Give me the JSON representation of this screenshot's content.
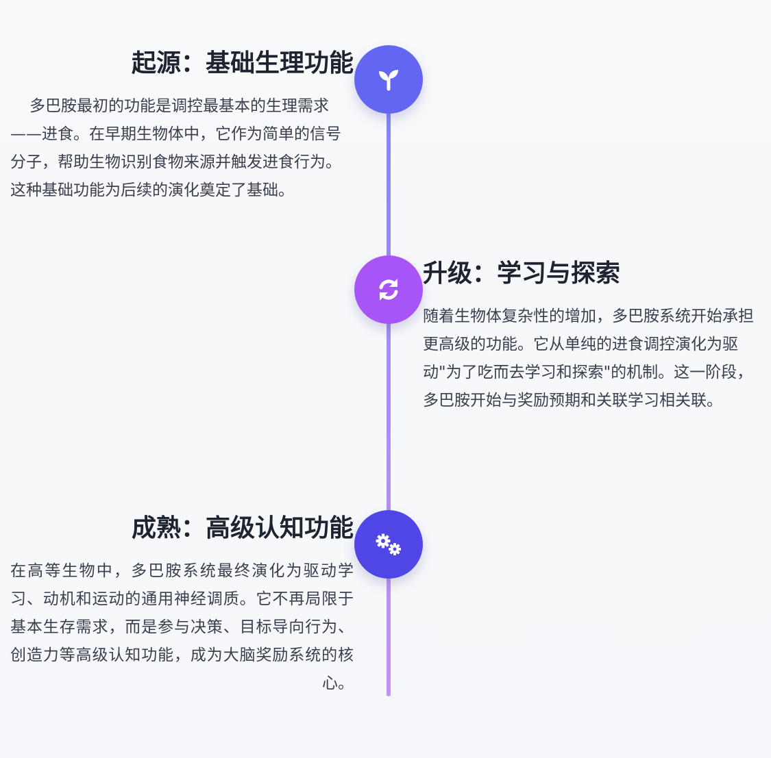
{
  "timeline": {
    "stages": [
      {
        "icon": "seedling-icon",
        "color": "#6366f1",
        "title": "起源：基础生理功能",
        "description": "多巴胺最初的功能是调控最基本的生理需求——进食。在早期生物体中，它作为简单的信号分子，帮助生物识别食物来源并触发进食行为。这种基础功能为后续的演化奠定了基础。"
      },
      {
        "icon": "sync-icon",
        "color": "#a855f7",
        "title": "升级：学习与探索",
        "description": "随着生物体复杂性的增加，多巴胺系统开始承担更高级的功能。它从单纯的进食调控演化为驱动\"为了吃而去学习和探索\"的机制。这一阶段，多巴胺开始与奖励预期和关联学习相关联。"
      },
      {
        "icon": "cogs-icon",
        "color": "#4f46e5",
        "title": "成熟：高级认知功能",
        "description": "在高等生物中，多巴胺系统最终演化为驱动学习、动机和运动的通用神经调质。它不再局限于基本生存需求，而是参与决策、目标导向行为、创造力等高级认知功能，成为大脑奖励系统的核心。"
      }
    ]
  }
}
